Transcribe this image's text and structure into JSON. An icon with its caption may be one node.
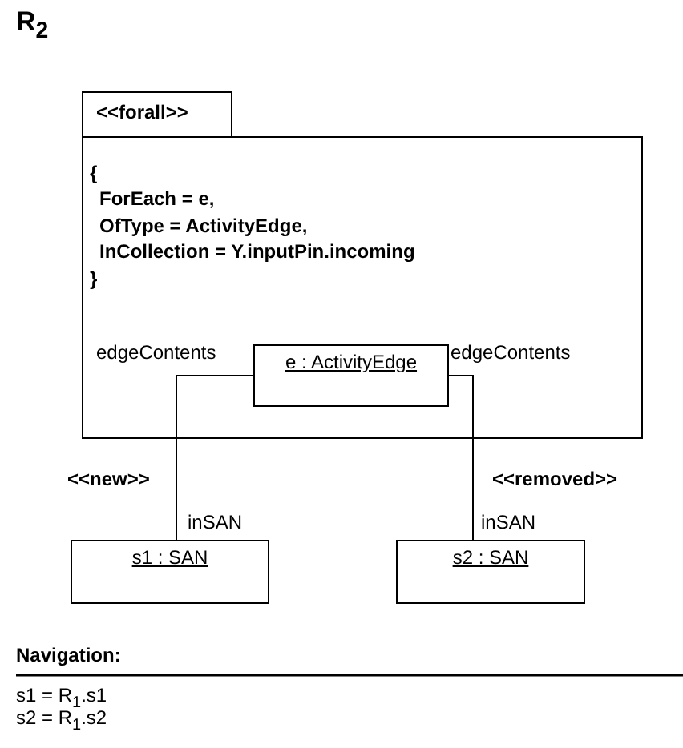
{
  "diagram": {
    "title": "R$_{2}$",
    "nodes": [
      {
        "text": [
          "<<forall>>",
          "{",
          "ForEach = e,",
          "OfType = ActivityEdge,",
          "InCollection = Y.inputPin.incoming",
          "}"
        ]
      },
      {
        "text": [
          "e : ActivityEdge"
        ],
        "in": 0
      },
      {
        "text": [
          "s1 : SAN"
        ]
      },
      {
        "text": [
          "s2 : SAN"
        ]
      }
    ],
    "edges": [
      {
        "from": 1,
        "to": 2,
        "arrow": "none",
        "label": "<<new>>"
      },
      {
        "from": 1,
        "to": 3,
        "arrow": "none",
        "label": "<<removed>>"
      }
    ],
    "labels": [
      "edgeContents",
      "edgeContents",
      "inSAN",
      "inSAN",
      "Navigation:",
      "s1 = R$_{1}$.s1",
      "s2 = R$_{1}$.s2"
    ]
  }
}
